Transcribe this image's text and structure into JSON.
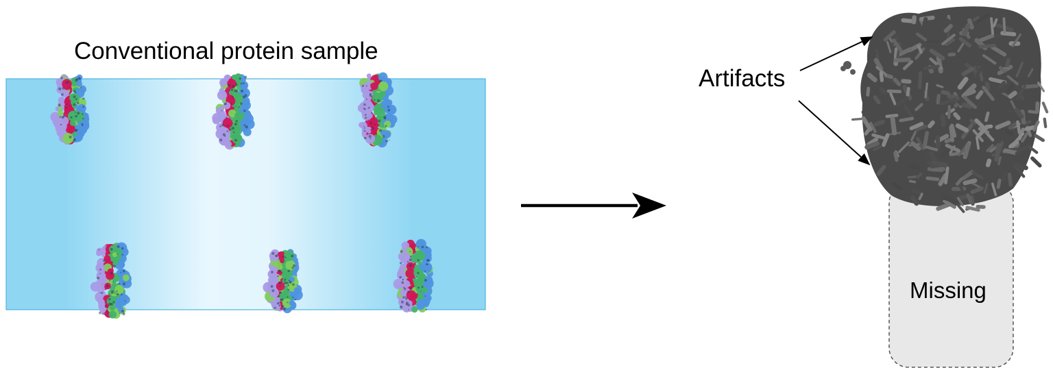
{
  "labels": {
    "sample_title": "Conventional protein sample",
    "artifacts": "Artifacts",
    "missing": "Missing"
  },
  "colors": {
    "buffer_edge": "#8fd6f3",
    "buffer_center": "#e8f7fe",
    "buffer_border": "#4fb3e0",
    "protein_palette": [
      "#a99ae6",
      "#4f93e0",
      "#44b36a",
      "#d01558",
      "#7fcf5a"
    ],
    "density_map": "#5a5a5a",
    "missing_fill": "#e8e8e8",
    "missing_border": "#555555",
    "arrow": "#000000"
  },
  "icons": {
    "protein": "protein-particle-icon",
    "density": "density-map-icon"
  },
  "particles": [
    {
      "id": "particle-top-1",
      "orientation": "upright"
    },
    {
      "id": "particle-top-2",
      "orientation": "upright"
    },
    {
      "id": "particle-top-3",
      "orientation": "upright"
    },
    {
      "id": "particle-bottom-1",
      "orientation": "upright"
    },
    {
      "id": "particle-bottom-2",
      "orientation": "upright"
    },
    {
      "id": "particle-bottom-3",
      "orientation": "upright"
    }
  ]
}
